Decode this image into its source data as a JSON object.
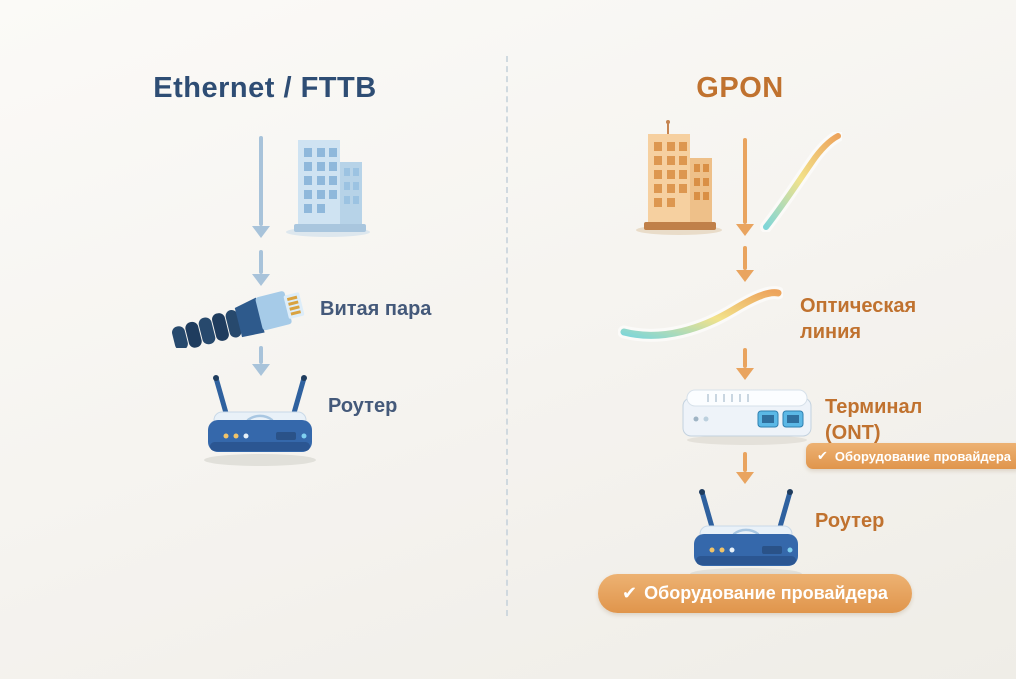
{
  "colors": {
    "background_top": "#fbfaf7",
    "background_bottom": "#efede7",
    "left_title": "#2e4d74",
    "left_label": "#44597a",
    "left_arrow": "#a8c3da",
    "right_title": "#c0722f",
    "right_label": "#c0722f",
    "right_arrow": "#e9a45f",
    "badge_bg": "#e0954c",
    "badge_text": "#ffffff",
    "divider": "#c7d3dc"
  },
  "left_column": {
    "title": "Ethernet / FTTB",
    "cable_label": "Витая пара",
    "router_label": "Роутер"
  },
  "right_column": {
    "title": "GPON",
    "optical_label": "Оптическая линия",
    "terminal_label": "Терминал (ONT)",
    "terminal_badge": {
      "icon": "✔",
      "text": "Оборудование провайдера"
    },
    "router_label": "Роутер",
    "bottom_badge": {
      "icon": "✔",
      "text": "Оборудование провайдера"
    }
  }
}
